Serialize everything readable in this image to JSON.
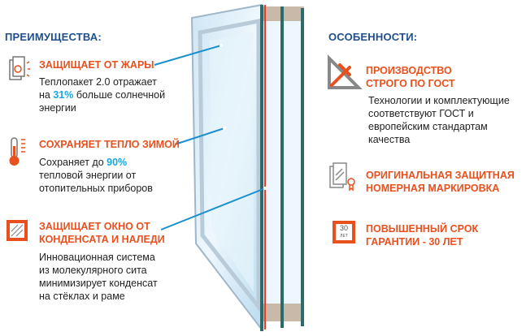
{
  "left": {
    "title": "ПРЕИМУЩЕСТВА:",
    "items": [
      {
        "icon": "sun-window-icon",
        "heading": "ЗАЩИЩАЕТ ОТ ЖАРЫ",
        "text_before": "Теплопакет 2.0 отражает на ",
        "highlight": "31%",
        "text_after": " больше солнечной энергии"
      },
      {
        "icon": "thermometer-icon",
        "heading": "СОХРАНЯЕТ ТЕПЛО ЗИМОЙ",
        "text_before": "Сохраняет до ",
        "highlight": "90%",
        "text_after": " тепловой энергии от отопительных приборов"
      },
      {
        "icon": "condensate-window-icon",
        "heading_line1": "ЗАЩИЩАЕТ ОКНО ОТ",
        "heading_line2": "КОНДЕНСАТА И НАЛЕДИ",
        "text": "Инновационная система из молекулярного сита минимизирует конденсат на стёклах и раме"
      }
    ]
  },
  "right": {
    "title": "ОСОБЕННОСТИ:",
    "items": [
      {
        "icon": "wrench-ruler-icon",
        "heading_line1": "ПРОИЗВОДСТВО",
        "heading_line2": "СТРОГО ПО ГОСТ",
        "text": "Технологии и комплектующие соответствуют ГОСТ и европейским стандартам качества"
      },
      {
        "icon": "certificate-icon",
        "heading_line1": "ОРИГИНАЛЬНАЯ ЗАЩИТНАЯ",
        "heading_line2": "НОМЕРНАЯ МАРКИРОВКА"
      },
      {
        "icon": "warranty-30-icon",
        "badge_number": "30",
        "badge_unit": "ЛЕТ",
        "heading_line1": "ПОВЫШЕННЫЙ СРОК",
        "heading_line2": "ГАРАНТИИ - 30 ЛЕТ"
      }
    ]
  },
  "colors": {
    "accent": "#e8501e",
    "title": "#1f4e8c",
    "highlight": "#1aa7e0",
    "line": "#1a8fd0"
  }
}
